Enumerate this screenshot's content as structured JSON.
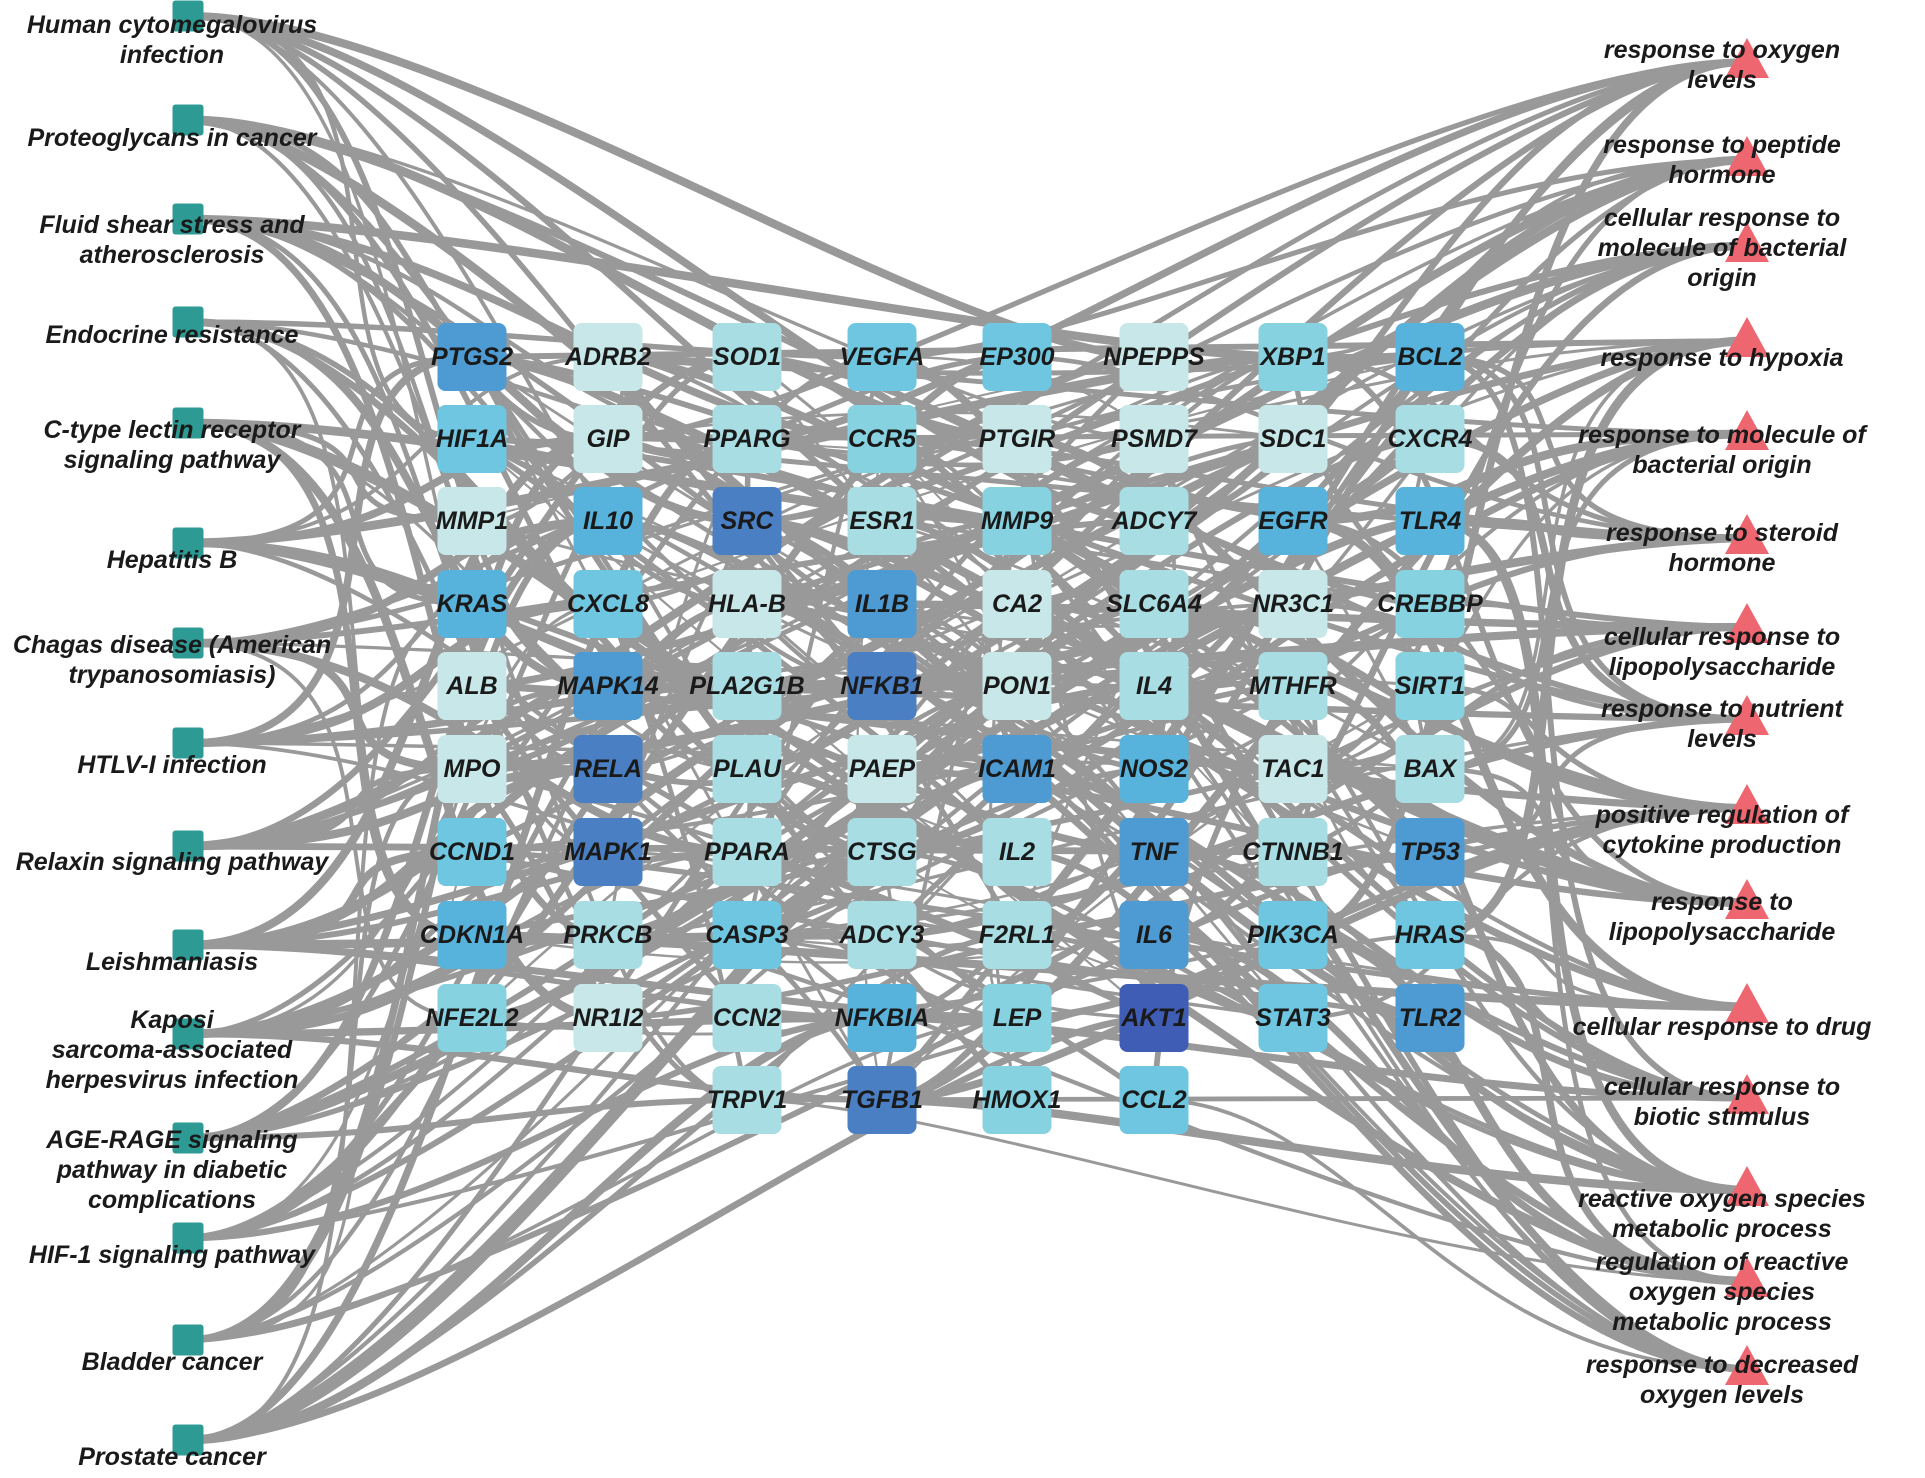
{
  "colors": {
    "edge": "#999999",
    "pathway_node": "#2e9a94",
    "go_node": "#ee6670",
    "gene_shades": [
      "#c7e7e8",
      "#a8dde3",
      "#86d2e0",
      "#6fc6e0",
      "#58b3dc",
      "#4d9bd2",
      "#4a7fc4",
      "#3f5db4"
    ]
  },
  "pathways": [
    {
      "id": "p1",
      "lines": [
        "Human cytomegalovirus",
        "infection"
      ]
    },
    {
      "id": "p2",
      "lines": [
        "Proteoglycans in cancer"
      ]
    },
    {
      "id": "p3",
      "lines": [
        "Fluid shear stress and",
        "atherosclerosis"
      ]
    },
    {
      "id": "p4",
      "lines": [
        "Endocrine resistance"
      ]
    },
    {
      "id": "p5",
      "lines": [
        "C-type lectin receptor",
        "signaling pathway"
      ]
    },
    {
      "id": "p6",
      "lines": [
        "Hepatitis B"
      ]
    },
    {
      "id": "p7",
      "lines": [
        "Chagas disease (American",
        "trypanosomiasis)"
      ]
    },
    {
      "id": "p8",
      "lines": [
        "HTLV-I infection"
      ]
    },
    {
      "id": "p9",
      "lines": [
        "Relaxin signaling pathway"
      ]
    },
    {
      "id": "p10",
      "lines": [
        "Leishmaniasis"
      ]
    },
    {
      "id": "p11",
      "lines": [
        "Kaposi",
        "sarcoma-associated",
        "herpesvirus infection"
      ]
    },
    {
      "id": "p12",
      "lines": [
        "AGE-RAGE signaling",
        "pathway in diabetic",
        "complications"
      ]
    },
    {
      "id": "p13",
      "lines": [
        "HIF-1 signaling pathway"
      ]
    },
    {
      "id": "p14",
      "lines": [
        "Bladder cancer"
      ]
    },
    {
      "id": "p15",
      "lines": [
        "Prostate cancer"
      ]
    }
  ],
  "go_terms": [
    {
      "id": "g1",
      "lines": [
        "response to oxygen",
        "levels"
      ]
    },
    {
      "id": "g2",
      "lines": [
        "response to peptide",
        "hormone"
      ]
    },
    {
      "id": "g3",
      "lines": [
        "cellular response to",
        "molecule of bacterial",
        "origin"
      ]
    },
    {
      "id": "g4",
      "lines": [
        "response to hypoxia"
      ]
    },
    {
      "id": "g5",
      "lines": [
        "response to molecule of",
        "bacterial origin"
      ]
    },
    {
      "id": "g6",
      "lines": [
        "response to steroid",
        "hormone"
      ]
    },
    {
      "id": "g7",
      "lines": [
        "cellular response to",
        "lipopolysaccharide"
      ]
    },
    {
      "id": "g8",
      "lines": [
        "response to nutrient",
        "levels"
      ]
    },
    {
      "id": "g9",
      "lines": [
        "positive regulation of",
        "cytokine production"
      ]
    },
    {
      "id": "g10",
      "lines": [
        "response to",
        "lipopolysaccharide"
      ]
    },
    {
      "id": "g11",
      "lines": [
        "cellular response to drug"
      ]
    },
    {
      "id": "g12",
      "lines": [
        "cellular response to",
        "biotic stimulus"
      ]
    },
    {
      "id": "g13",
      "lines": [
        "reactive oxygen species",
        "metabolic process"
      ]
    },
    {
      "id": "g14",
      "lines": [
        "regulation of reactive",
        "oxygen species",
        "metabolic process"
      ]
    },
    {
      "id": "g15",
      "lines": [
        "response to decreased",
        "oxygen levels"
      ]
    }
  ],
  "genes": [
    {
      "name": "PTGS2",
      "shade": 5
    },
    {
      "name": "ADRB2",
      "shade": 0
    },
    {
      "name": "SOD1",
      "shade": 1
    },
    {
      "name": "VEGFA",
      "shade": 3
    },
    {
      "name": "EP300",
      "shade": 3
    },
    {
      "name": "NPEPPS",
      "shade": 0
    },
    {
      "name": "XBP1",
      "shade": 2
    },
    {
      "name": "BCL2",
      "shade": 4
    },
    {
      "name": "HIF1A",
      "shade": 3
    },
    {
      "name": "GIP",
      "shade": 0
    },
    {
      "name": "PPARG",
      "shade": 1
    },
    {
      "name": "CCR5",
      "shade": 2
    },
    {
      "name": "PTGIR",
      "shade": 0
    },
    {
      "name": "PSMD7",
      "shade": 0
    },
    {
      "name": "SDC1",
      "shade": 0
    },
    {
      "name": "CXCR4",
      "shade": 1
    },
    {
      "name": "MMP1",
      "shade": 0
    },
    {
      "name": "IL10",
      "shade": 4
    },
    {
      "name": "SRC",
      "shade": 6
    },
    {
      "name": "ESR1",
      "shade": 1
    },
    {
      "name": "MMP9",
      "shade": 2
    },
    {
      "name": "ADCY7",
      "shade": 1
    },
    {
      "name": "EGFR",
      "shade": 4
    },
    {
      "name": "TLR4",
      "shade": 4
    },
    {
      "name": "KRAS",
      "shade": 4
    },
    {
      "name": "CXCL8",
      "shade": 3
    },
    {
      "name": "HLA-B",
      "shade": 0
    },
    {
      "name": "IL1B",
      "shade": 5
    },
    {
      "name": "CA2",
      "shade": 0
    },
    {
      "name": "SLC6A4",
      "shade": 1
    },
    {
      "name": "NR3C1",
      "shade": 0
    },
    {
      "name": "CREBBP",
      "shade": 2
    },
    {
      "name": "ALB",
      "shade": 0
    },
    {
      "name": "MAPK14",
      "shade": 5
    },
    {
      "name": "PLA2G1B",
      "shade": 1
    },
    {
      "name": "NFKB1",
      "shade": 6
    },
    {
      "name": "PON1",
      "shade": 0
    },
    {
      "name": "IL4",
      "shade": 1
    },
    {
      "name": "MTHFR",
      "shade": 1
    },
    {
      "name": "SIRT1",
      "shade": 2
    },
    {
      "name": "MPO",
      "shade": 0
    },
    {
      "name": "RELA",
      "shade": 6
    },
    {
      "name": "PLAU",
      "shade": 1
    },
    {
      "name": "PAEP",
      "shade": 0
    },
    {
      "name": "ICAM1",
      "shade": 5
    },
    {
      "name": "NOS2",
      "shade": 4
    },
    {
      "name": "TAC1",
      "shade": 0
    },
    {
      "name": "BAX",
      "shade": 1
    },
    {
      "name": "CCND1",
      "shade": 3
    },
    {
      "name": "MAPK1",
      "shade": 6
    },
    {
      "name": "PPARA",
      "shade": 1
    },
    {
      "name": "CTSG",
      "shade": 1
    },
    {
      "name": "IL2",
      "shade": 1
    },
    {
      "name": "TNF",
      "shade": 5
    },
    {
      "name": "CTNNB1",
      "shade": 1
    },
    {
      "name": "TP53",
      "shade": 5
    },
    {
      "name": "CDKN1A",
      "shade": 4
    },
    {
      "name": "PRKCB",
      "shade": 1
    },
    {
      "name": "CASP3",
      "shade": 3
    },
    {
      "name": "ADCY3",
      "shade": 1
    },
    {
      "name": "F2RL1",
      "shade": 1
    },
    {
      "name": "IL6",
      "shade": 5
    },
    {
      "name": "PIK3CA",
      "shade": 3
    },
    {
      "name": "HRAS",
      "shade": 3
    },
    {
      "name": "NFE2L2",
      "shade": 2
    },
    {
      "name": "NR1I2",
      "shade": 0
    },
    {
      "name": "CCN2",
      "shade": 1
    },
    {
      "name": "NFKBIA",
      "shade": 4
    },
    {
      "name": "LEP",
      "shade": 2
    },
    {
      "name": "AKT1",
      "shade": 7
    },
    {
      "name": "STAT3",
      "shade": 3
    },
    {
      "name": "TLR2",
      "shade": 5
    },
    {
      "name": "TRPV1",
      "shade": 1
    },
    {
      "name": "TGFB1",
      "shade": 6
    },
    {
      "name": "HMOX1",
      "shade": 2
    },
    {
      "name": "CCL2",
      "shade": 3
    }
  ]
}
